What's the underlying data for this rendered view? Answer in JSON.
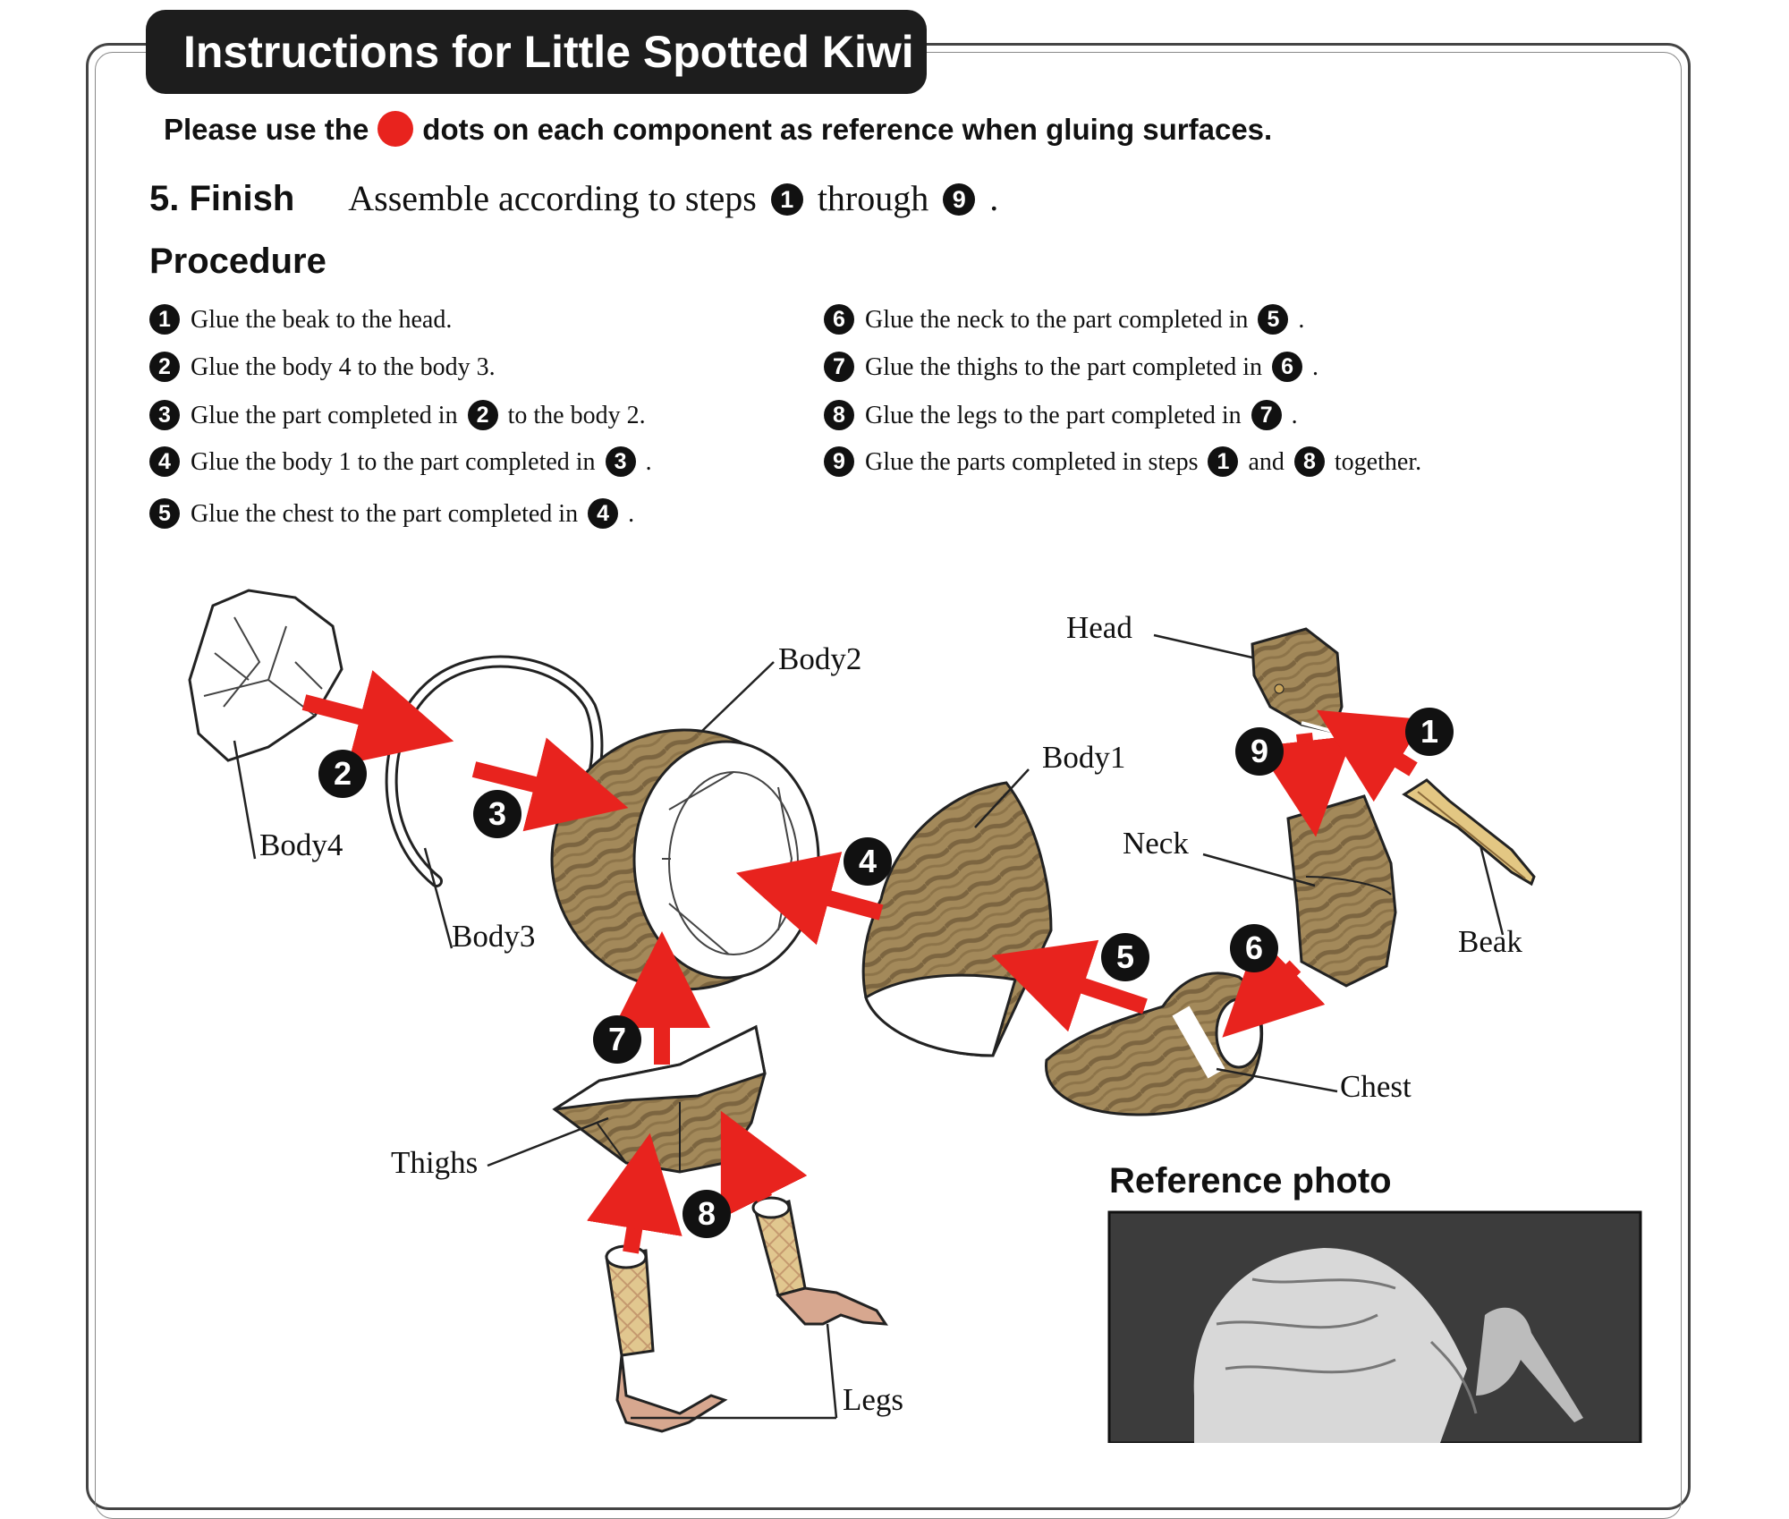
{
  "title": "Instructions for Little Spotted Kiwi",
  "notice": {
    "before": "Please use the",
    "after": "dots on each component as reference when gluing surfaces.",
    "dot_color": "#e8231e"
  },
  "section": {
    "heading": "5. Finish",
    "desc_before": "Assemble according to steps",
    "desc_mid": "through",
    "desc_after": ".",
    "from_step": "1",
    "to_step": "9"
  },
  "procedure_title": "Procedure",
  "steps_col1": [
    {
      "num": "1",
      "parts": [
        "Glue the beak to the head."
      ]
    },
    {
      "num": "2",
      "parts": [
        "Glue the body 4 to the body 3."
      ]
    },
    {
      "num": "3",
      "parts": [
        "Glue the part completed in",
        "2",
        "to the body 2."
      ]
    },
    {
      "num": "4",
      "parts": [
        "Glue the body 1 to the part completed in",
        "3",
        "."
      ]
    },
    {
      "num": "5",
      "parts": [
        "Glue the chest to the part completed in",
        "4",
        "."
      ]
    }
  ],
  "steps_col2": [
    {
      "num": "6",
      "parts": [
        "Glue the neck to the part completed in",
        "5",
        "."
      ]
    },
    {
      "num": "7",
      "parts": [
        "Glue the thighs to the part completed in",
        "6",
        "."
      ]
    },
    {
      "num": "8",
      "parts": [
        "Glue the legs to the part completed in",
        "7",
        "."
      ]
    },
    {
      "num": "9",
      "parts": [
        "Glue the parts completed in steps",
        "1",
        "and",
        "8",
        "together."
      ]
    }
  ],
  "diagram": {
    "labels": {
      "body4": "Body4",
      "body3": "Body3",
      "body2": "Body2",
      "body1": "Body1",
      "head": "Head",
      "neck": "Neck",
      "beak": "Beak",
      "chest": "Chest",
      "thighs": "Thighs",
      "legs": "Legs"
    },
    "step_markers": [
      "1",
      "2",
      "3",
      "4",
      "5",
      "6",
      "7",
      "8",
      "9"
    ],
    "colors": {
      "arrow": "#e8231e",
      "paper_brown": "#a3895a",
      "stripe_dark": "#7c6540",
      "leg_pink": "#d7a78f",
      "beak_yellow": "#e3c783"
    }
  },
  "reference_title": "Reference photo"
}
